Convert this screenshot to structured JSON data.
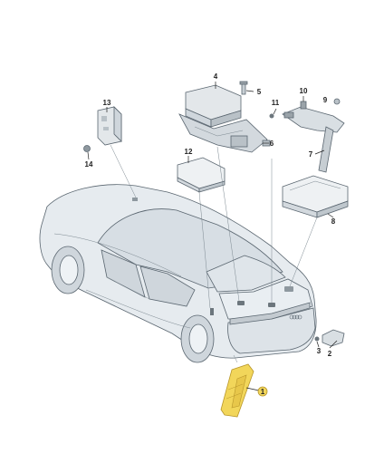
{
  "diagram": {
    "part_labels": [
      "1",
      "2",
      "3",
      "4",
      "5",
      "6",
      "7",
      "8",
      "9",
      "10",
      "11",
      "12",
      "13",
      "14"
    ],
    "colors": {
      "body": "#e6ebef",
      "body_shade": "#cfd6dc",
      "glass": "#d7dee4",
      "outline": "#5a6670",
      "highlight": "#f2d65a",
      "highlight_stroke": "#b8962a",
      "component": "#e3e7ea",
      "component_dark": "#b9c1c7"
    },
    "highlighted_part": "1"
  }
}
